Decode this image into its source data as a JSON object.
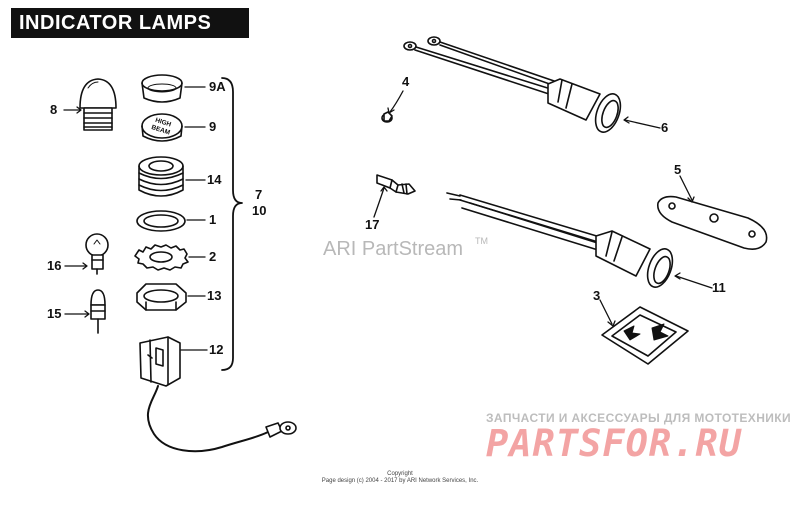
{
  "title": "INDICATOR LAMPS",
  "watermark": {
    "text": "ARI PartStream",
    "tm": "TM"
  },
  "callouts": {
    "c8": "8",
    "c9a": "9A",
    "c9": "9",
    "c14": "14",
    "c1": "1",
    "c2": "2",
    "c13": "13",
    "c12": "12",
    "c16": "16",
    "c15": "15",
    "c7": "7",
    "c10": "10",
    "c4": "4",
    "c6": "6",
    "c17": "17",
    "c5": "5",
    "c11": "11",
    "c3": "3"
  },
  "lens_text": {
    "line1": "HIGH",
    "line2": "BEAM"
  },
  "stamp": {
    "ru_text": "ЗАПЧАСТИ И АКСЕССУАРЫ ДЛЯ МОТОТЕХНИКИ",
    "brand": "PARTSFOR.RU"
  },
  "copyright": {
    "line1": "Copyright",
    "line2": "Page design (c) 2004 - 2017 by ARI Network Services, Inc."
  }
}
